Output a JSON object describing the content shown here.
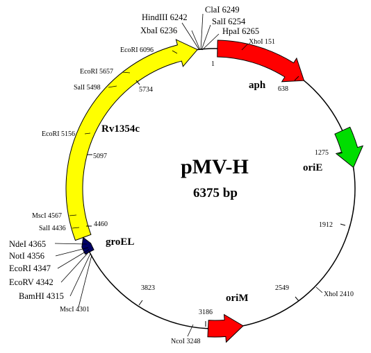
{
  "plasmid": {
    "name": "pMV-H",
    "size_label": "6375 bp",
    "total_bp": 6375
  },
  "features": [
    {
      "name": "aph",
      "start": 20,
      "end": 700,
      "direction": "cw",
      "color": "#ff0000"
    },
    {
      "name": "oriE",
      "start": 1160,
      "end": 1440,
      "direction": "cw",
      "color": "#00dd00"
    },
    {
      "name": "oriM",
      "start": 2980,
      "end": 3235,
      "direction": "ccw",
      "color": "#ff0000"
    },
    {
      "name": "Rv1354c",
      "start": 4420,
      "end": 6250,
      "direction": "cw",
      "color": "#ffff00"
    },
    {
      "name": "groEL",
      "start": 4305,
      "end": 4420,
      "direction": "cw",
      "color": "#000066"
    }
  ],
  "feature_labels": {
    "aph": "aph",
    "oriE": "oriE",
    "oriM": "oriM",
    "rv1354c": "Rv1354c",
    "groEL": "groEL"
  },
  "ticks": [
    "1",
    "638",
    "1275",
    "1912",
    "2549",
    "3186",
    "3823",
    "4460",
    "5097",
    "5734"
  ],
  "sites": [
    {
      "label": "HindIII 6242"
    },
    {
      "label": "ClaI 6249"
    },
    {
      "label": "XbaI 6236"
    },
    {
      "label": "SalI 6254"
    },
    {
      "label": "HpaI 6265"
    },
    {
      "label": "XhoI 151"
    },
    {
      "label": "EcoRI 6096"
    },
    {
      "label": "EcoRI 5657"
    },
    {
      "label": "SalI 5498"
    },
    {
      "label": "EcoRI 5156"
    },
    {
      "label": "MscI 4567"
    },
    {
      "label": "SalI 4436"
    },
    {
      "label": "NdeI 4365"
    },
    {
      "label": "NotI 4356"
    },
    {
      "label": "EcoRI 4347"
    },
    {
      "label": "EcoRV 4342"
    },
    {
      "label": "BamHI 4315"
    },
    {
      "label": "MscI 4301"
    },
    {
      "label": "XhoI 2410"
    },
    {
      "label": "NcoI 3248"
    }
  ]
}
